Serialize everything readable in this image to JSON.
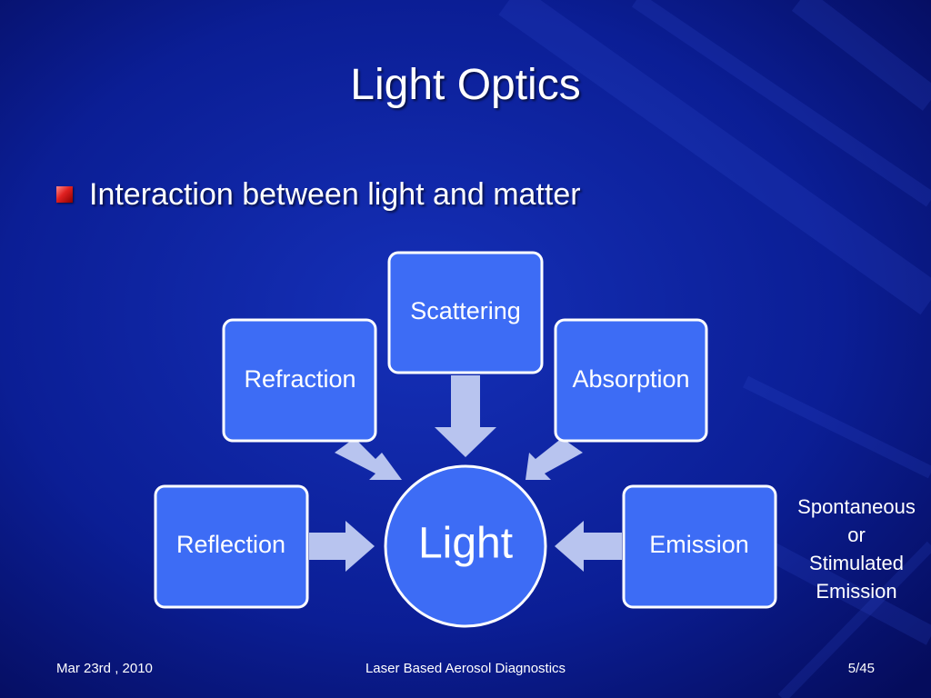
{
  "slide": {
    "title": "Light Optics",
    "bullet": "Interaction between light and matter"
  },
  "diagram": {
    "center": "Light",
    "nodes": [
      {
        "id": "scattering",
        "label": "Scattering"
      },
      {
        "id": "refraction",
        "label": "Refraction"
      },
      {
        "id": "absorption",
        "label": "Absorption"
      },
      {
        "id": "reflection",
        "label": "Reflection"
      },
      {
        "id": "emission",
        "label": "Emission"
      }
    ],
    "note": [
      "Spontaneous",
      "or",
      "Stimulated",
      "Emission"
    ]
  },
  "footer": {
    "date": "Mar 23rd , 2010",
    "center": "Laser Based Aerosol Diagnostics",
    "page": "5/45"
  },
  "colors": {
    "background": "#0a1a8a",
    "box_fill": "#3d6cf5",
    "arrow_fill": "#b8c4ef",
    "bullet": "#d81e1e"
  }
}
